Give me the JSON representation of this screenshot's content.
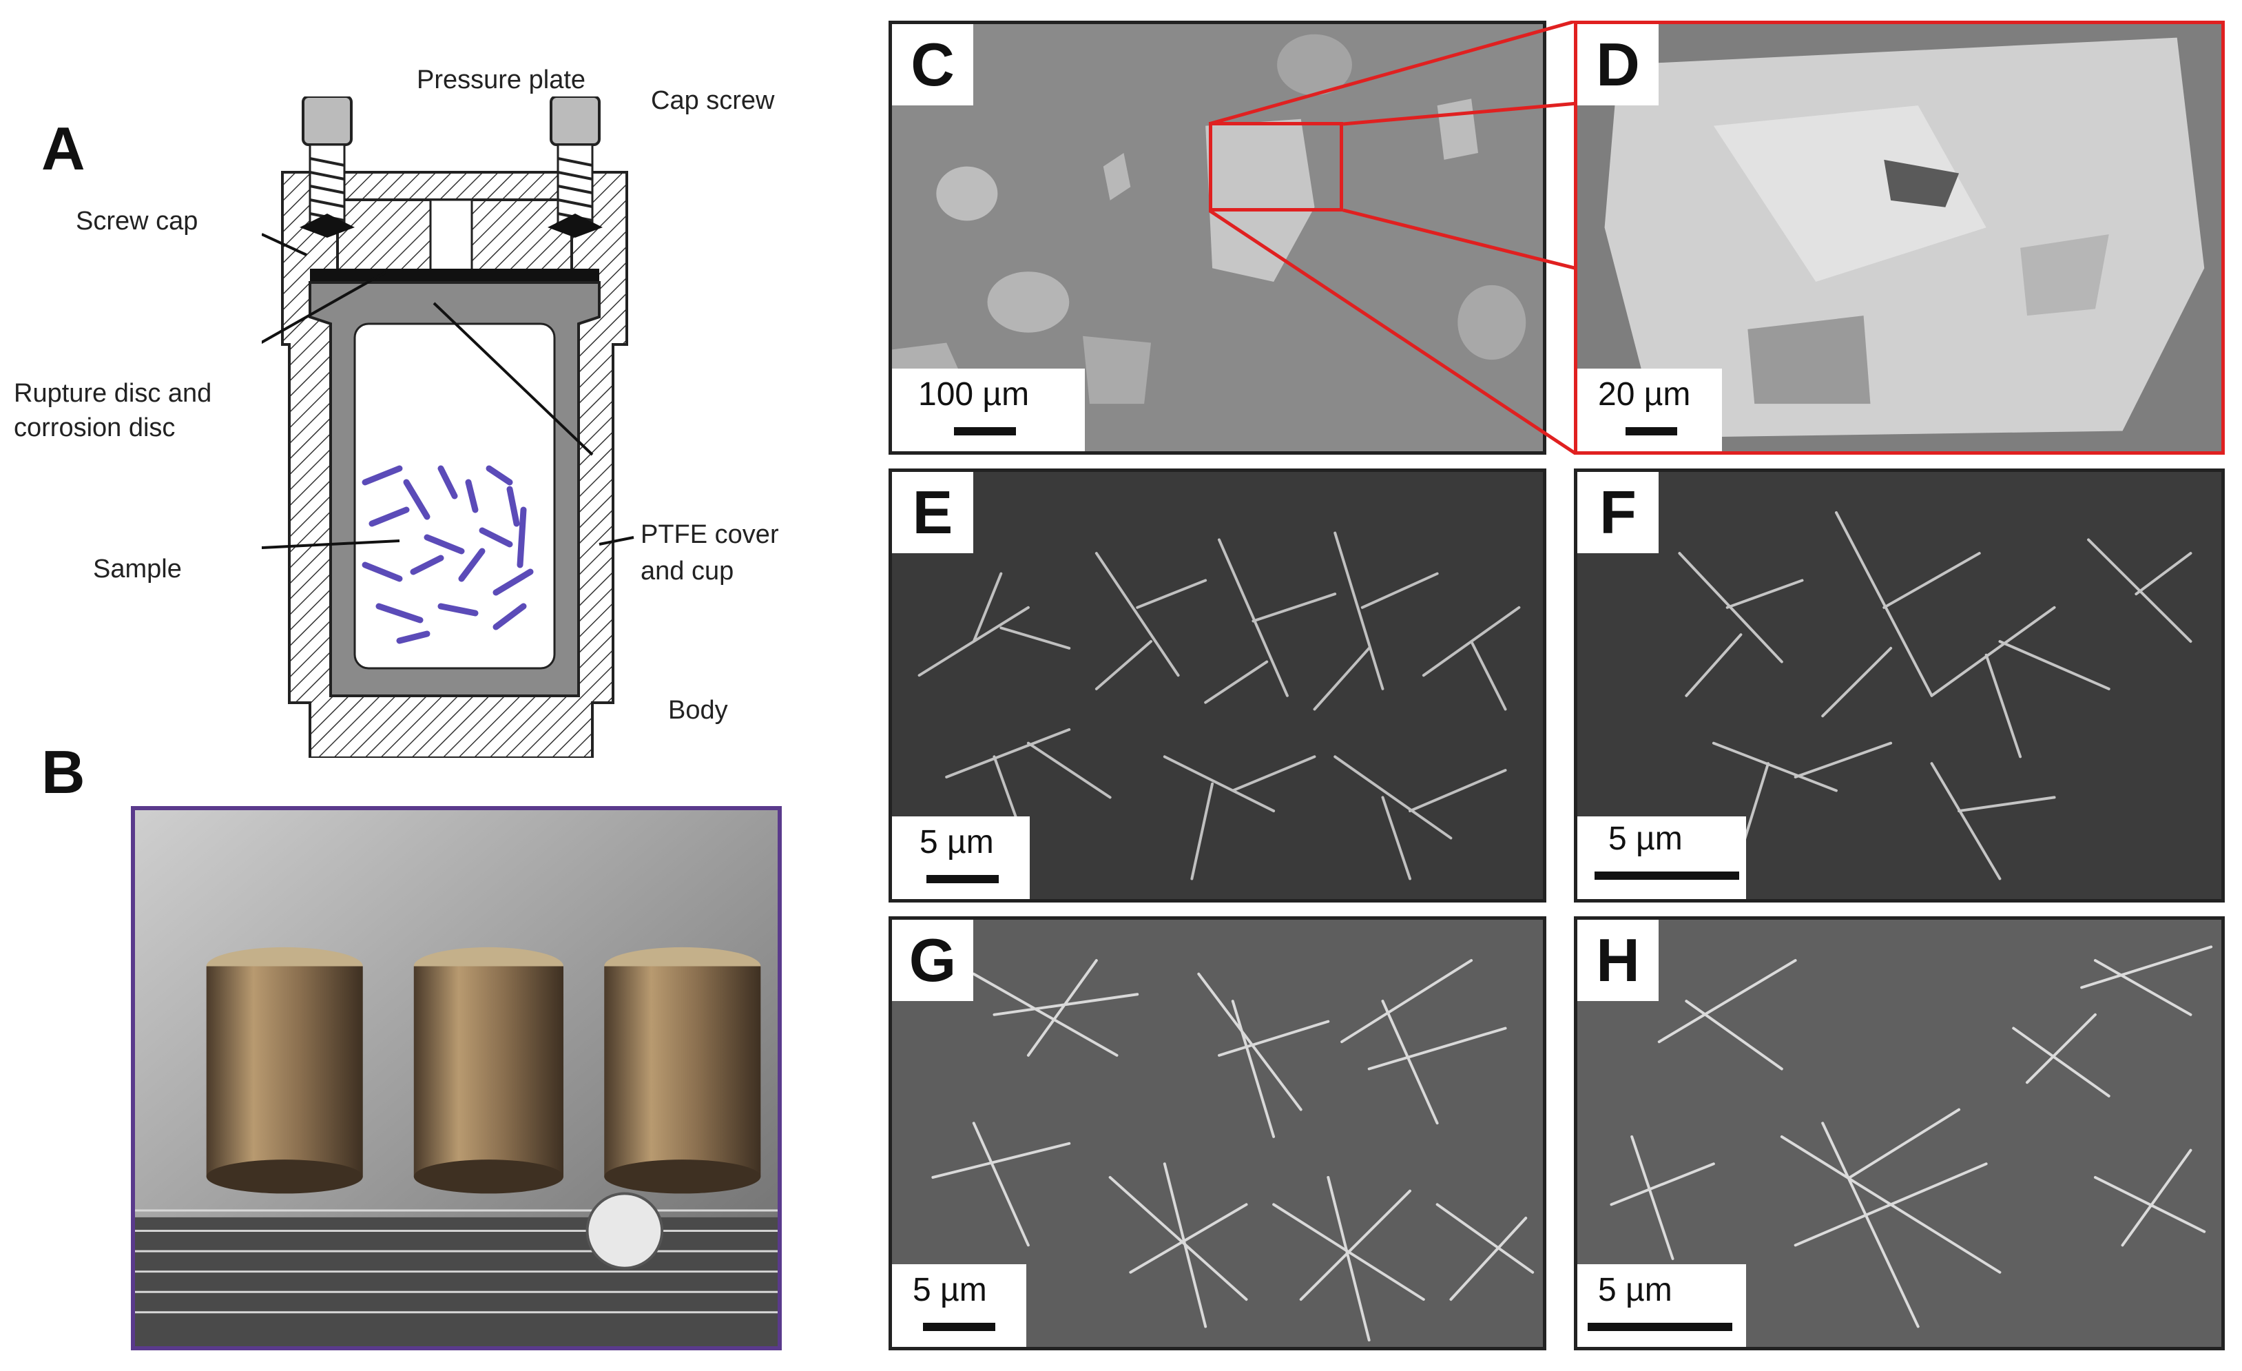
{
  "panels": {
    "A": {
      "letter": "A",
      "labels": {
        "pressure_plate": "Pressure plate",
        "cap_screw": "Cap screw",
        "screw_cap": "Screw cap",
        "rupture_1": "Rupture disc and",
        "rupture_2": "corrosion disc",
        "ptfe_1": "PTFE cover",
        "ptfe_2": "and cup",
        "sample": "Sample",
        "body": "Body"
      }
    },
    "B": {
      "letter": "B"
    },
    "C": {
      "letter": "C",
      "scale": "100 µm"
    },
    "D": {
      "letter": "D",
      "scale": "20 µm"
    },
    "E": {
      "letter": "E",
      "scale": "5 µm"
    },
    "F": {
      "letter": "F",
      "scale": "5 µm"
    },
    "G": {
      "letter": "G",
      "scale": "5 µm"
    },
    "H": {
      "letter": "H",
      "scale": "5 µm"
    }
  },
  "colors": {
    "frame_purple": "#5a3a8c",
    "zoom_red": "#e02020",
    "sample_rods": "#5b4bb8",
    "vessel_gray": "#8a8a8a"
  }
}
